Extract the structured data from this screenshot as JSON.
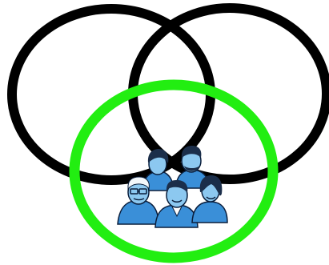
{
  "diagram": {
    "type": "venn",
    "circles": [
      {
        "role": "top-left-circle",
        "stroke_color": "#000000"
      },
      {
        "role": "top-right-circle",
        "stroke_color": "#000000"
      },
      {
        "role": "bottom-circle",
        "stroke_color": "#22ee11"
      }
    ],
    "center_clipart": {
      "icon": "people-group-icon",
      "description_colors": {
        "skin": "#8cc8f0",
        "clothing": "#3a8fd8",
        "outline": "#0a1e3c",
        "hair": "#1b2e4a"
      },
      "people_count": 5
    }
  }
}
